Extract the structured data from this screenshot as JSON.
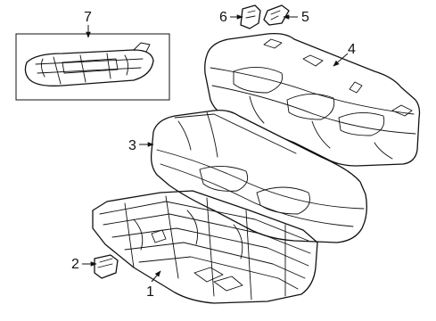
{
  "diagram": {
    "line_color": "#111111",
    "background": "#ffffff",
    "callouts": [
      {
        "id": "1",
        "label": "1",
        "part": "seat-frame"
      },
      {
        "id": "2",
        "label": "2",
        "part": "latch-clip"
      },
      {
        "id": "3",
        "label": "3",
        "part": "seat-cushion"
      },
      {
        "id": "4",
        "label": "4",
        "part": "seat-cover"
      },
      {
        "id": "5",
        "label": "5",
        "part": "bracket-right"
      },
      {
        "id": "6",
        "label": "6",
        "part": "bracket-left"
      },
      {
        "id": "7",
        "label": "7",
        "part": "heater-pad"
      }
    ]
  }
}
